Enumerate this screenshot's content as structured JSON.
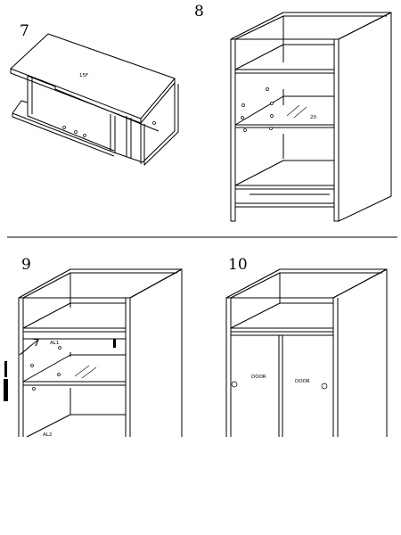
{
  "steps": [
    {
      "number": "7",
      "labels": [
        "15F"
      ]
    },
    {
      "number": "8",
      "labels": [
        "20"
      ]
    },
    {
      "number": "9",
      "labels": [
        "AL1",
        "AL2"
      ]
    },
    {
      "number": "10",
      "labels": [
        "DOOR",
        "DOOR"
      ]
    }
  ]
}
